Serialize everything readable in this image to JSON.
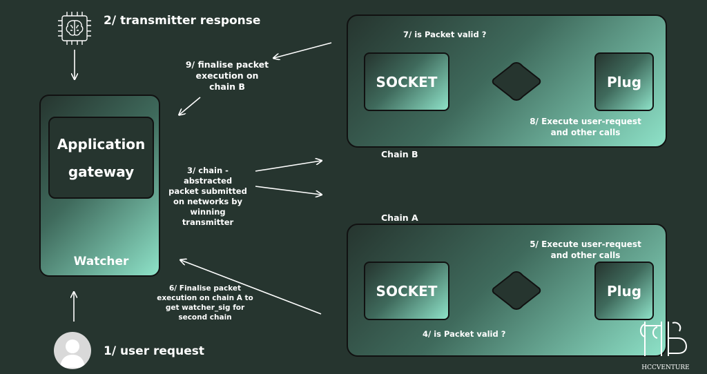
{
  "steps": {
    "s1": "1/ user request",
    "s2": "2/ transmitter response",
    "s3": "3/ chain - abstracted packet submitted on networks by winning transmitter",
    "s4": "4/ is Packet valid ?",
    "s5": "5/ Execute user-request and other calls",
    "s6": "6/ Finalise packet execution on chain A to get watcher_sig for second chain",
    "s7": "7/ is Packet valid ?",
    "s8": "8/ Execute user-request and other calls",
    "s9": "9/ finalise packet execution on chain B"
  },
  "gateway": {
    "title": "Application gateway",
    "watcher": "Watcher"
  },
  "chain_b": {
    "label": "Chain B",
    "socket": "SOCKET",
    "plug": "Plug"
  },
  "chain_a": {
    "label": "Chain A",
    "socket": "SOCKET",
    "plug": "Plug"
  },
  "logo": {
    "text": "HCCVENTURE"
  },
  "icons": [
    "chip-brain-icon",
    "user-avatar-icon",
    "decision-diamond-icon"
  ],
  "colors": {
    "background": "#26352f",
    "gradient_start": "#26352f",
    "gradient_end": "#8ee2c8",
    "border": "#111111",
    "text": "#ffffff"
  }
}
